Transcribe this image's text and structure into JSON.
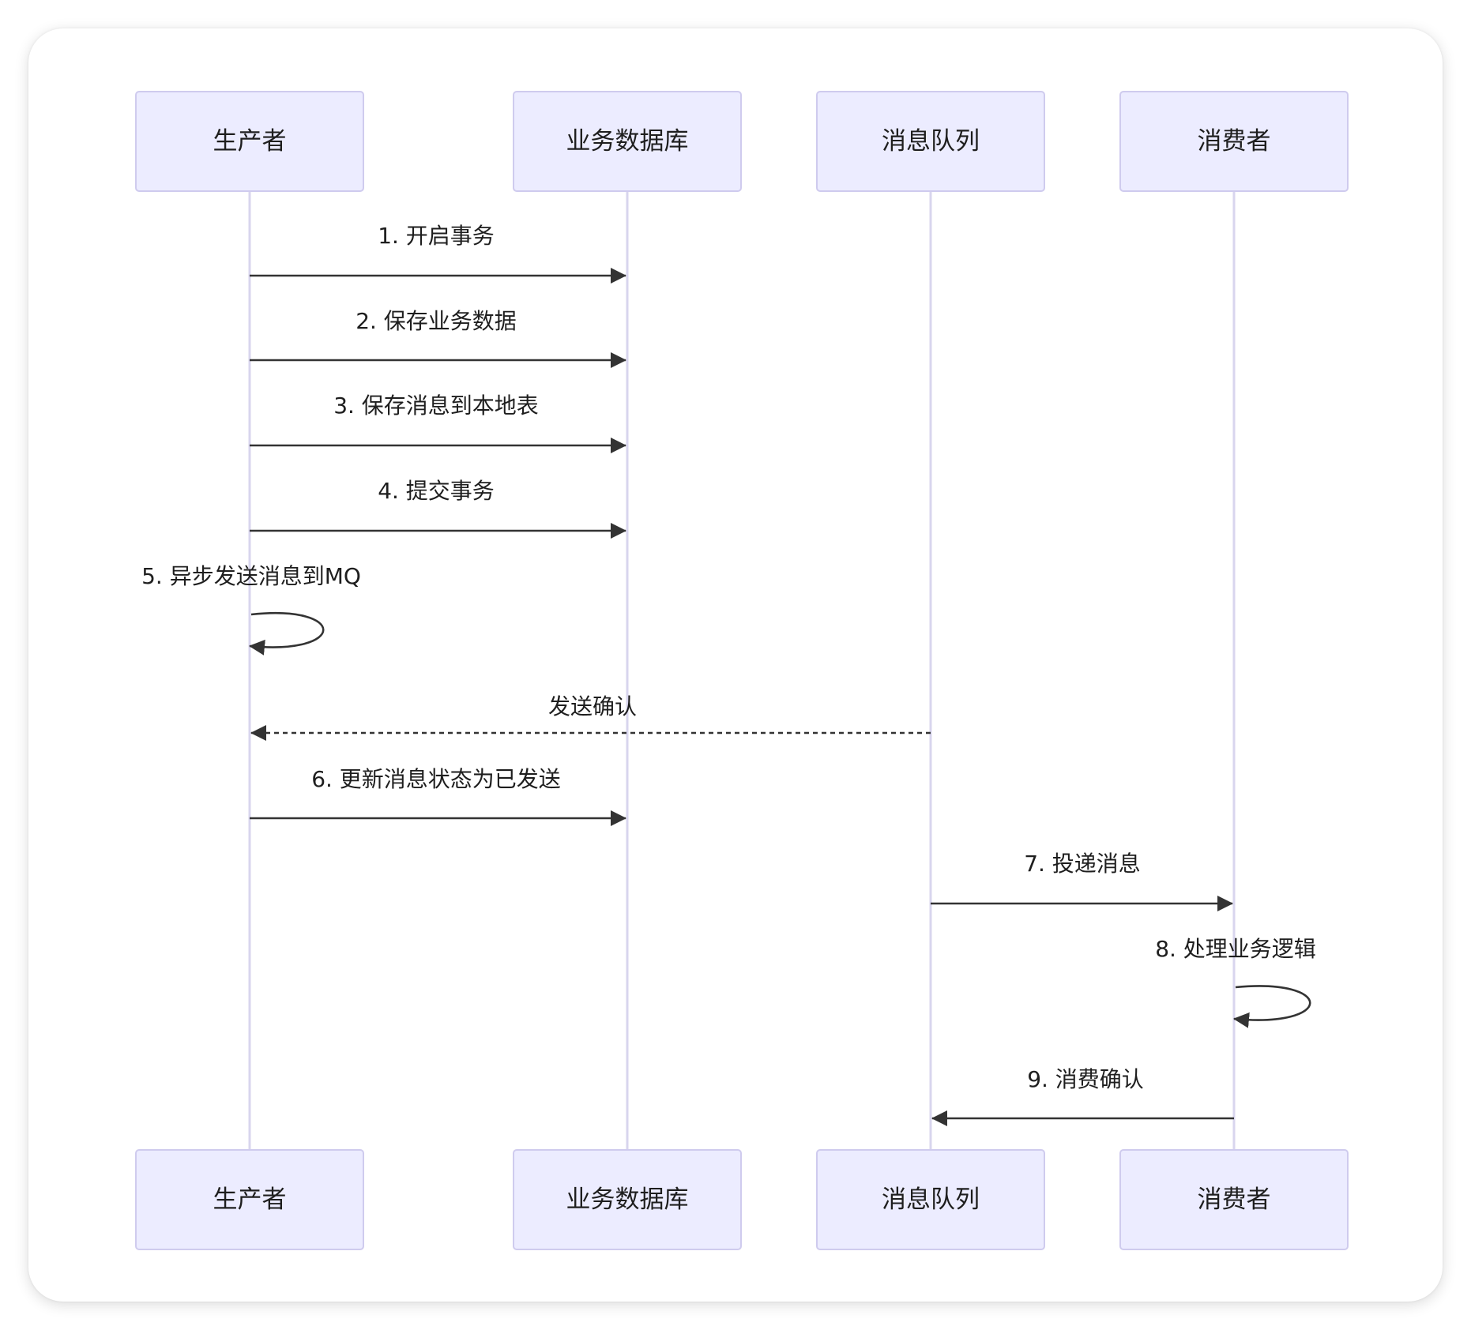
{
  "actors": [
    {
      "id": "producer",
      "label": "生产者"
    },
    {
      "id": "db",
      "label": "业务数据库"
    },
    {
      "id": "mq",
      "label": "消息队列"
    },
    {
      "id": "consumer",
      "label": "消费者"
    }
  ],
  "messages": [
    {
      "from": "producer",
      "to": "db",
      "label": "1. 开启事务",
      "style": "solid"
    },
    {
      "from": "producer",
      "to": "db",
      "label": "2. 保存业务数据",
      "style": "solid"
    },
    {
      "from": "producer",
      "to": "db",
      "label": "3. 保存消息到本地表",
      "style": "solid"
    },
    {
      "from": "producer",
      "to": "db",
      "label": "4. 提交事务",
      "style": "solid"
    },
    {
      "from": "producer",
      "to": "producer",
      "label": "5. 异步发送消息到MQ",
      "style": "self"
    },
    {
      "from": "mq",
      "to": "producer",
      "label": "发送确认",
      "style": "dashed"
    },
    {
      "from": "producer",
      "to": "db",
      "label": "6. 更新消息状态为已发送",
      "style": "solid"
    },
    {
      "from": "mq",
      "to": "consumer",
      "label": "7. 投递消息",
      "style": "solid"
    },
    {
      "from": "consumer",
      "to": "consumer",
      "label": "8. 处理业务逻辑",
      "style": "self"
    },
    {
      "from": "consumer",
      "to": "mq",
      "label": "9. 消费确认",
      "style": "solid"
    }
  ]
}
